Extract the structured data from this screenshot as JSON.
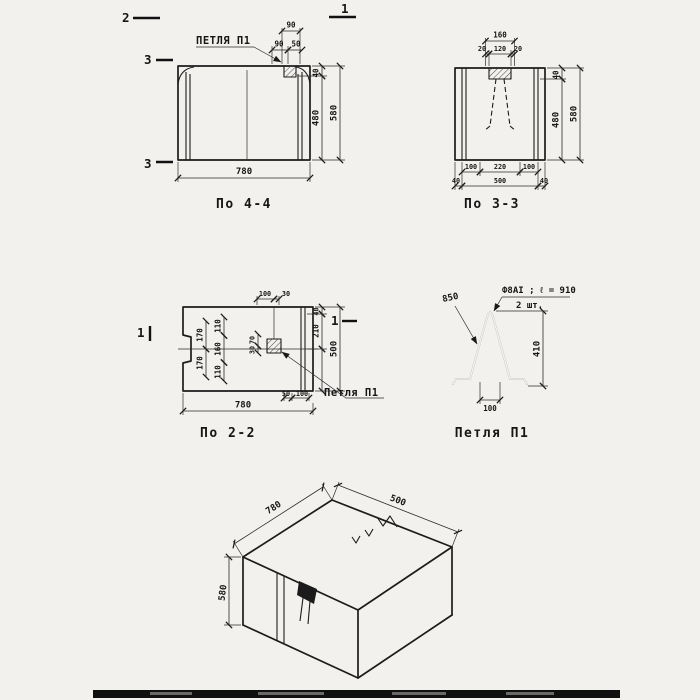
{
  "views": {
    "v44": {
      "title": "По 4-4",
      "loop_label": "ПЕТЛЯ П1",
      "mark_top_left": "2",
      "mark_top_right": "1",
      "mark_left_top": "3",
      "mark_left_bottom": "3",
      "dim_top_90": "90",
      "dim_top2_90": "90",
      "dim_top2_50": "50",
      "dim_right_40": "40",
      "dim_right_480": "480",
      "dim_right_580": "580",
      "dim_bottom_780": "780"
    },
    "v33": {
      "title": "По 3-3",
      "dim_top_160": "160",
      "dim_top_20a": "20",
      "dim_top_120": "120",
      "dim_top_20b": "20",
      "dim_right_40": "40",
      "dim_right_480": "480",
      "dim_right_580": "580",
      "dim_bot_100a": "100",
      "dim_bot_220": "220",
      "dim_bot_100b": "100",
      "dim_bot_40a": "40",
      "dim_bot_500": "500",
      "dim_bot_40b": "40"
    },
    "v22": {
      "title": "По 2-2",
      "loop_label": "Петля П1",
      "mark_left": "1",
      "mark_right": "1",
      "dim_top_100": "100",
      "dim_top_30": "30",
      "dim_right_40": "40",
      "dim_right_210": "210",
      "dim_right_500": "500",
      "dim_left_170a": "170",
      "dim_left_170b": "170",
      "dim_left_110a": "110",
      "dim_left_160": "160",
      "dim_left_110b": "110",
      "dim_mid_70": "70",
      "dim_mid_30": "30",
      "dim_bot_50": "50",
      "dim_bot_100": "100",
      "dim_bottom_780": "780"
    },
    "loop": {
      "title": "Петля П1",
      "bend_note": "850",
      "spec": "Ф8АI ; ℓ = 910",
      "qty": "2 шт.",
      "dim_height_410": "410",
      "dim_width_100": "100"
    },
    "iso": {
      "dim_width_780": "780",
      "dim_depth_500": "500",
      "dim_height_580": "580"
    }
  }
}
